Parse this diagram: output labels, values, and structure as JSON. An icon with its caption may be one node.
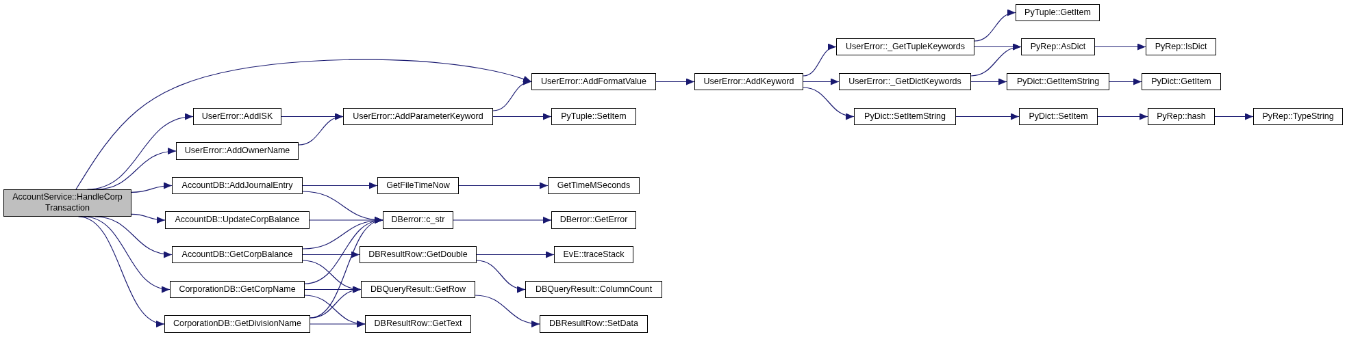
{
  "diagram": {
    "nodes": [
      {
        "text": [
          "AccountService::HandleCorp Transaction"
        ]
      },
      {
        "text": [
          "UserError::AddFormatValue"
        ]
      },
      {
        "text": [
          "UserError::AddISK"
        ]
      },
      {
        "text": [
          "UserError::AddOwnerName"
        ]
      },
      {
        "text": [
          "AccountDB::AddJournalEntry"
        ]
      },
      {
        "text": [
          "AccountDB::UpdateCorpBalance"
        ]
      },
      {
        "text": [
          "AccountDB::GetCorpBalance"
        ]
      },
      {
        "text": [
          "CorporationDB::GetCorpName"
        ]
      },
      {
        "text": [
          "CorporationDB::GetDivisionName"
        ]
      },
      {
        "text": [
          "UserError::AddParameterKeyword"
        ]
      },
      {
        "text": [
          "GetFileTimeNow"
        ]
      },
      {
        "text": [
          "DBerror::c_str"
        ]
      },
      {
        "text": [
          "DBResultRow::GetDouble"
        ]
      },
      {
        "text": [
          "DBQueryResult::GetRow"
        ]
      },
      {
        "text": [
          "DBResultRow::GetText"
        ]
      },
      {
        "text": [
          "UserError::AddKeyword"
        ]
      },
      {
        "text": [
          "PyTuple::SetItem"
        ]
      },
      {
        "text": [
          "GetTimeMSeconds"
        ]
      },
      {
        "text": [
          "DBerror::GetError"
        ]
      },
      {
        "text": [
          "EvE::traceStack"
        ]
      },
      {
        "text": [
          "DBQueryResult::ColumnCount"
        ]
      },
      {
        "text": [
          "DBResultRow::SetData"
        ]
      },
      {
        "text": [
          "UserError::_GetTupleKeywords"
        ]
      },
      {
        "text": [
          "UserError::_GetDictKeywords"
        ]
      },
      {
        "text": [
          "PyDict::SetItemString"
        ]
      },
      {
        "text": [
          "PyTuple::GetItem"
        ]
      },
      {
        "text": [
          "PyRep::AsDict"
        ]
      },
      {
        "text": [
          "PyDict::GetItemString"
        ]
      },
      {
        "text": [
          "PyDict::SetItem"
        ]
      },
      {
        "text": [
          "PyRep::IsDict"
        ]
      },
      {
        "text": [
          "PyDict::GetItem"
        ]
      },
      {
        "text": [
          "PyRep::hash"
        ]
      },
      {
        "text": [
          "PyRep::TypeString"
        ]
      }
    ],
    "edges": [
      {
        "from": 0,
        "to": 1,
        "arrow": "to"
      },
      {
        "from": 0,
        "to": 2,
        "arrow": "to"
      },
      {
        "from": 0,
        "to": 3,
        "arrow": "to"
      },
      {
        "from": 0,
        "to": 4,
        "arrow": "to"
      },
      {
        "from": 0,
        "to": 5,
        "arrow": "to"
      },
      {
        "from": 0,
        "to": 6,
        "arrow": "to"
      },
      {
        "from": 0,
        "to": 7,
        "arrow": "to"
      },
      {
        "from": 0,
        "to": 8,
        "arrow": "to"
      },
      {
        "from": 2,
        "to": 9,
        "arrow": "to"
      },
      {
        "from": 3,
        "to": 9,
        "arrow": "to"
      },
      {
        "from": 9,
        "to": 1,
        "arrow": "to"
      },
      {
        "from": 9,
        "to": 16,
        "arrow": "to"
      },
      {
        "from": 1,
        "to": 15,
        "arrow": "to"
      },
      {
        "from": 15,
        "to": 22,
        "arrow": "to"
      },
      {
        "from": 15,
        "to": 23,
        "arrow": "to"
      },
      {
        "from": 15,
        "to": 24,
        "arrow": "to"
      },
      {
        "from": 22,
        "to": 25,
        "arrow": "to"
      },
      {
        "from": 22,
        "to": 26,
        "arrow": "to"
      },
      {
        "from": 23,
        "to": 26,
        "arrow": "to"
      },
      {
        "from": 23,
        "to": 27,
        "arrow": "to"
      },
      {
        "from": 26,
        "to": 29,
        "arrow": "to"
      },
      {
        "from": 27,
        "to": 30,
        "arrow": "to"
      },
      {
        "from": 24,
        "to": 28,
        "arrow": "to"
      },
      {
        "from": 28,
        "to": 31,
        "arrow": "to"
      },
      {
        "from": 31,
        "to": 32,
        "arrow": "to"
      },
      {
        "from": 4,
        "to": 10,
        "arrow": "to"
      },
      {
        "from": 4,
        "to": 11,
        "arrow": "to"
      },
      {
        "from": 10,
        "to": 17,
        "arrow": "to"
      },
      {
        "from": 5,
        "to": 11,
        "arrow": "to"
      },
      {
        "from": 6,
        "to": 11,
        "arrow": "to"
      },
      {
        "from": 6,
        "to": 12,
        "arrow": "to"
      },
      {
        "from": 6,
        "to": 13,
        "arrow": "to"
      },
      {
        "from": 7,
        "to": 11,
        "arrow": "to"
      },
      {
        "from": 7,
        "to": 13,
        "arrow": "to"
      },
      {
        "from": 7,
        "to": 14,
        "arrow": "to"
      },
      {
        "from": 8,
        "to": 11,
        "arrow": "to"
      },
      {
        "from": 8,
        "to": 13,
        "arrow": "to"
      },
      {
        "from": 8,
        "to": 14,
        "arrow": "to"
      },
      {
        "from": 11,
        "to": 18,
        "arrow": "to"
      },
      {
        "from": 12,
        "to": 19,
        "arrow": "to"
      },
      {
        "from": 12,
        "to": 20,
        "arrow": "to"
      },
      {
        "from": 13,
        "to": 21,
        "arrow": "to"
      }
    ]
  }
}
